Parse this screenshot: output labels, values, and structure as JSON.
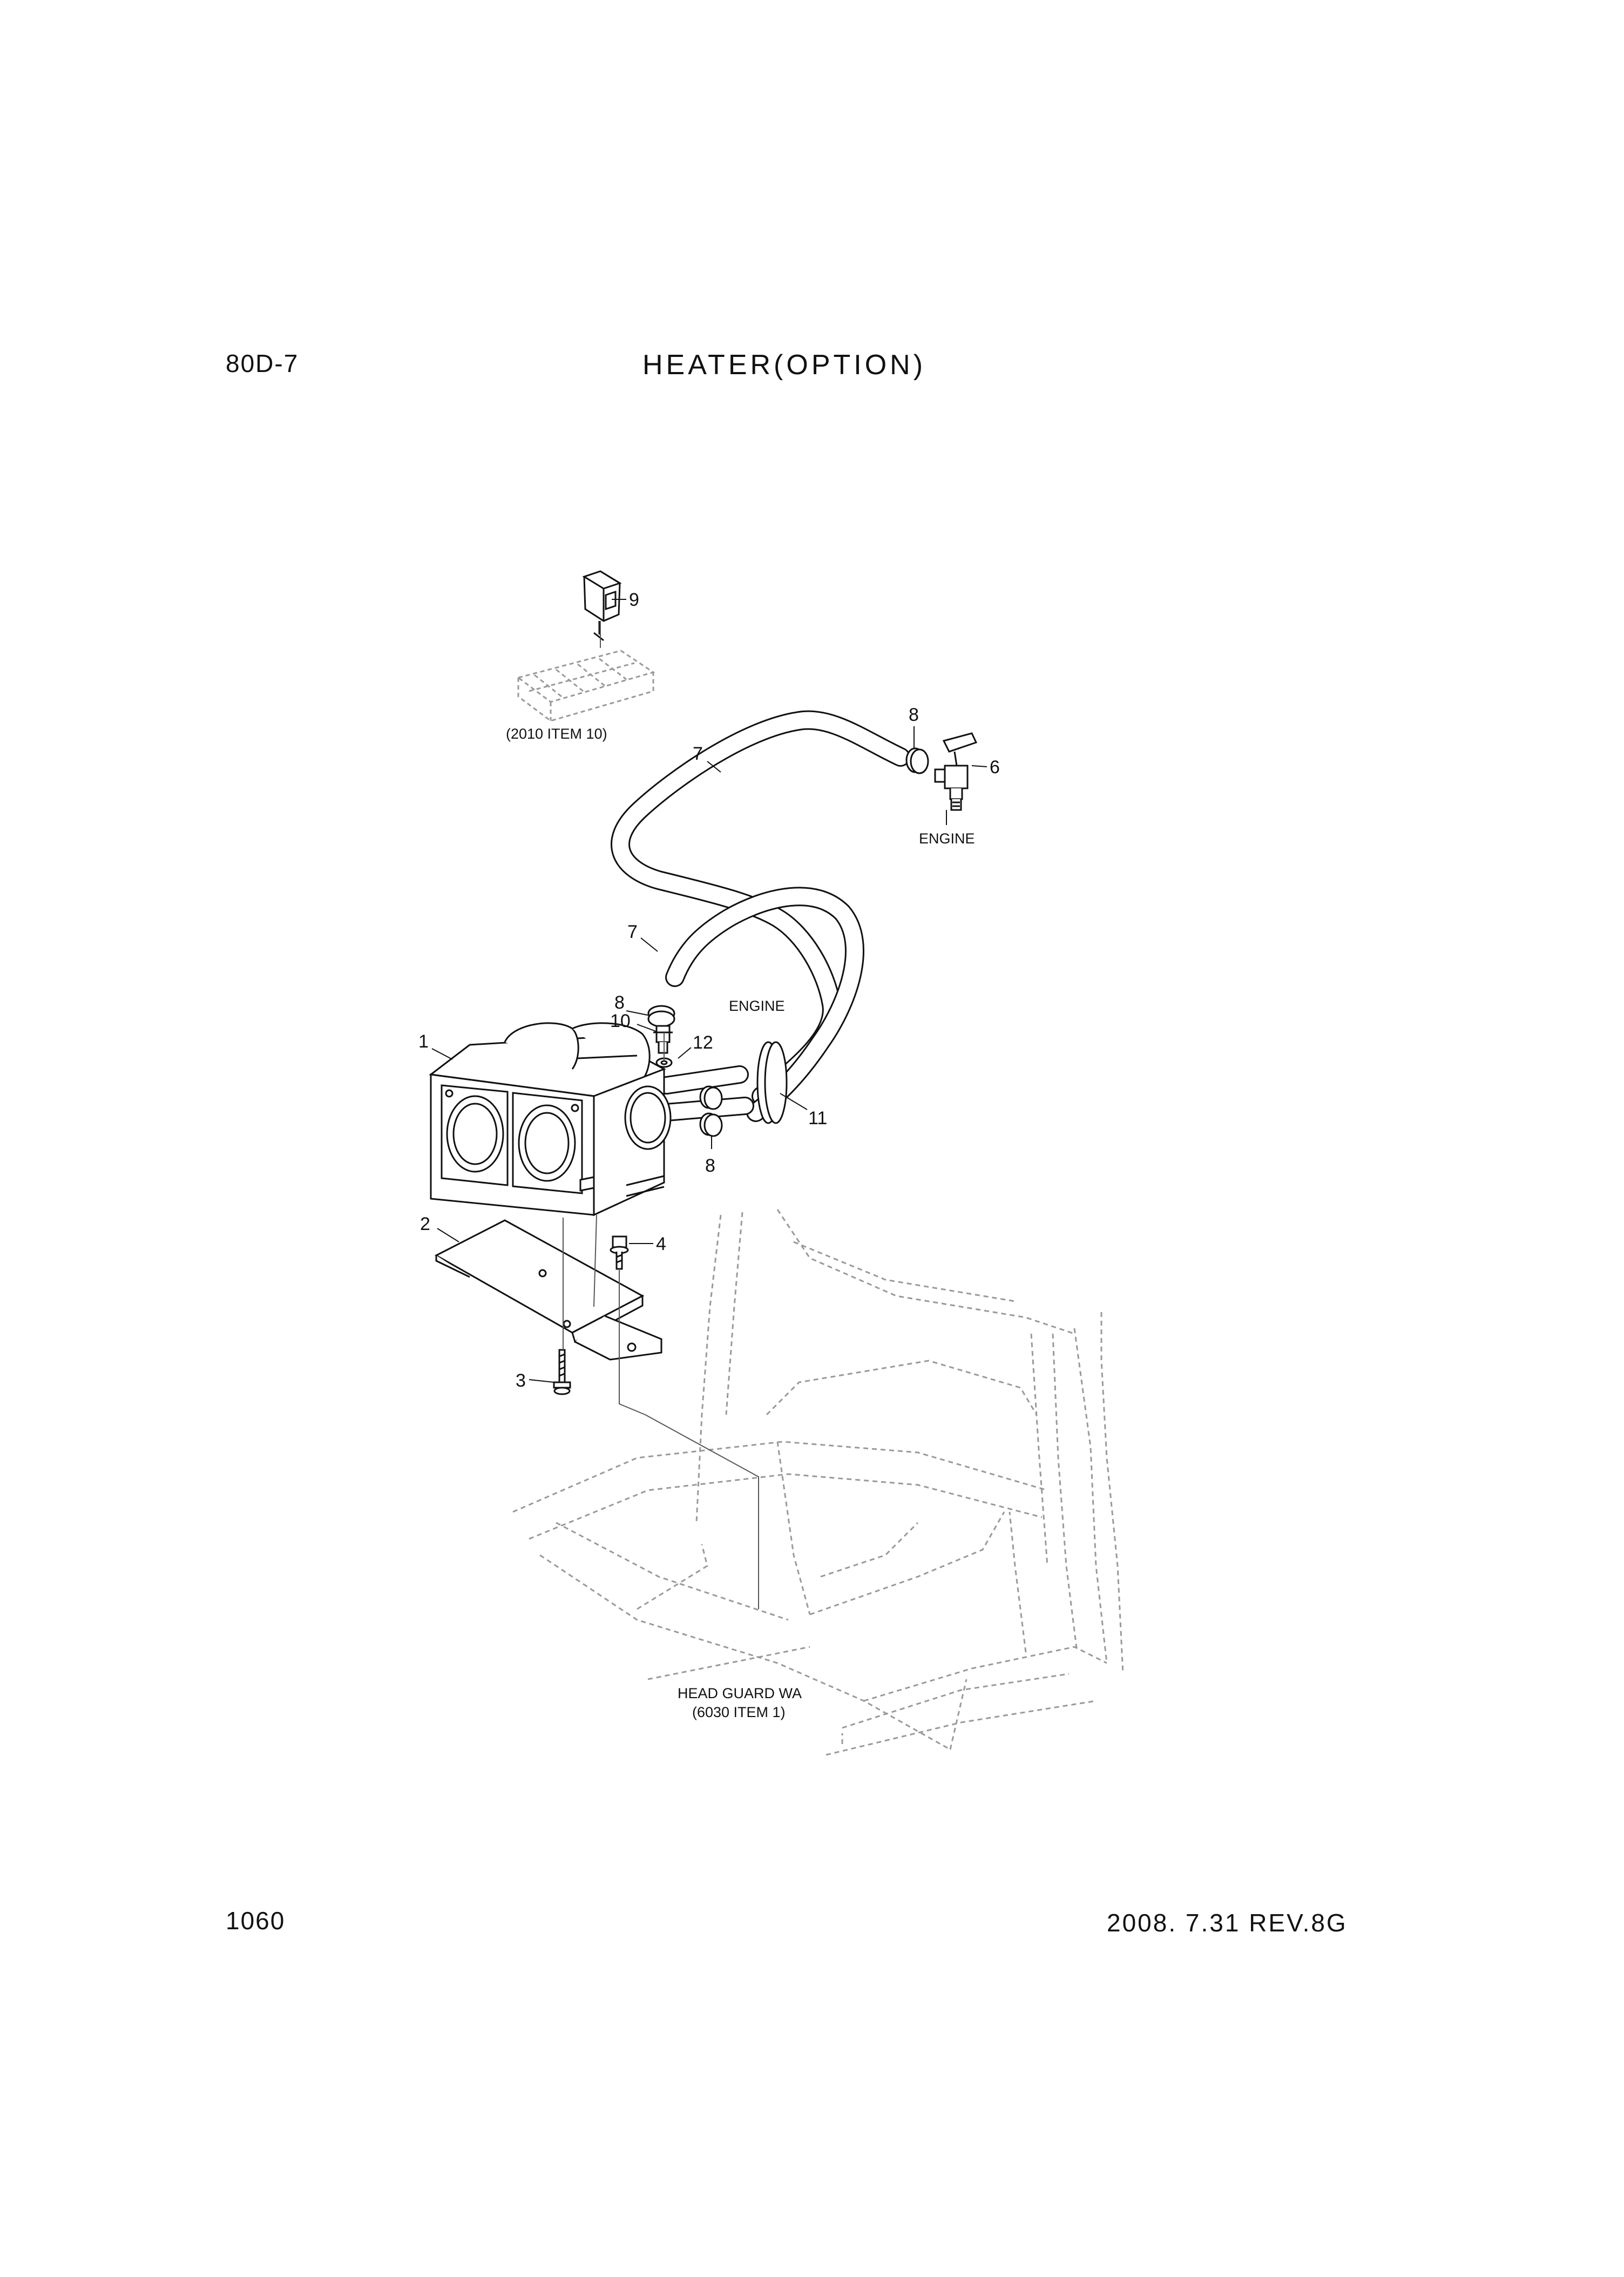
{
  "header": {
    "model": "80D-7",
    "title": "HEATER(OPTION)"
  },
  "footer": {
    "page_number": "1060",
    "revision": "2008. 7.31  REV.8G"
  },
  "diagram": {
    "callouts": {
      "c1": "1",
      "c2": "2",
      "c3": "3",
      "c4": "4",
      "c6": "6",
      "c7a": "7",
      "c7b": "7",
      "c8a": "8",
      "c8b": "8",
      "c8c": "8",
      "c9": "9",
      "c10": "10",
      "c11": "11",
      "c12": "12"
    },
    "notes": {
      "switch_ref": "(2010 ITEM 10)",
      "engine_upper": "ENGINE",
      "engine_lower": "ENGINE",
      "head_guard_line1": "HEAD GUARD WA",
      "head_guard_line2": "(6030 ITEM 1)"
    }
  }
}
